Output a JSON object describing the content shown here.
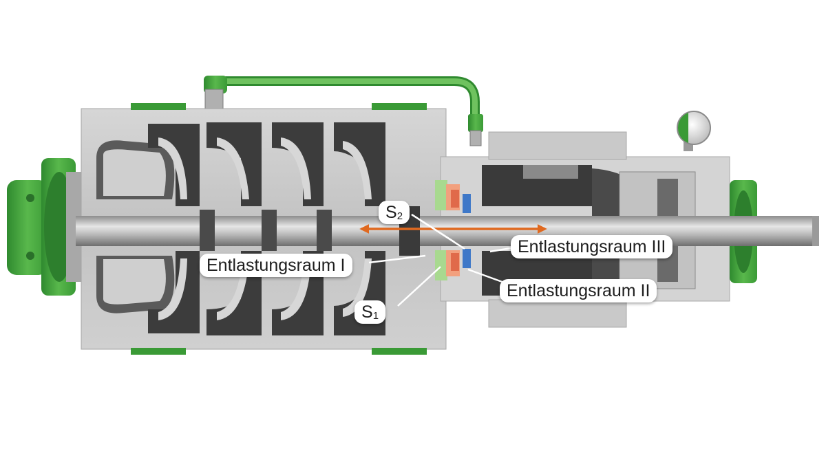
{
  "labels": {
    "s2": {
      "symbol": "S",
      "subscript": "2"
    },
    "s1": {
      "symbol": "S",
      "subscript": "1"
    },
    "chamber_1": "Entlastungsraum I",
    "chamber_2": "Entlastungsraum II",
    "chamber_3": "Entlastungsraum III"
  },
  "colors": {
    "housing_green": "#4fae45",
    "casing_grey": "#c9c9c9",
    "section_grey": "#9a9a9a",
    "shaft_steel": "#b8b8b8",
    "arrow_orange": "#e0691f",
    "seal_red": "#e06a4a",
    "seal_salmon": "#f2a07e",
    "seal_light_green": "#a8d98f",
    "seal_blue": "#3e78c8"
  },
  "icons": [
    "pressure-gauge-icon",
    "double-headed-arrow-icon"
  ]
}
